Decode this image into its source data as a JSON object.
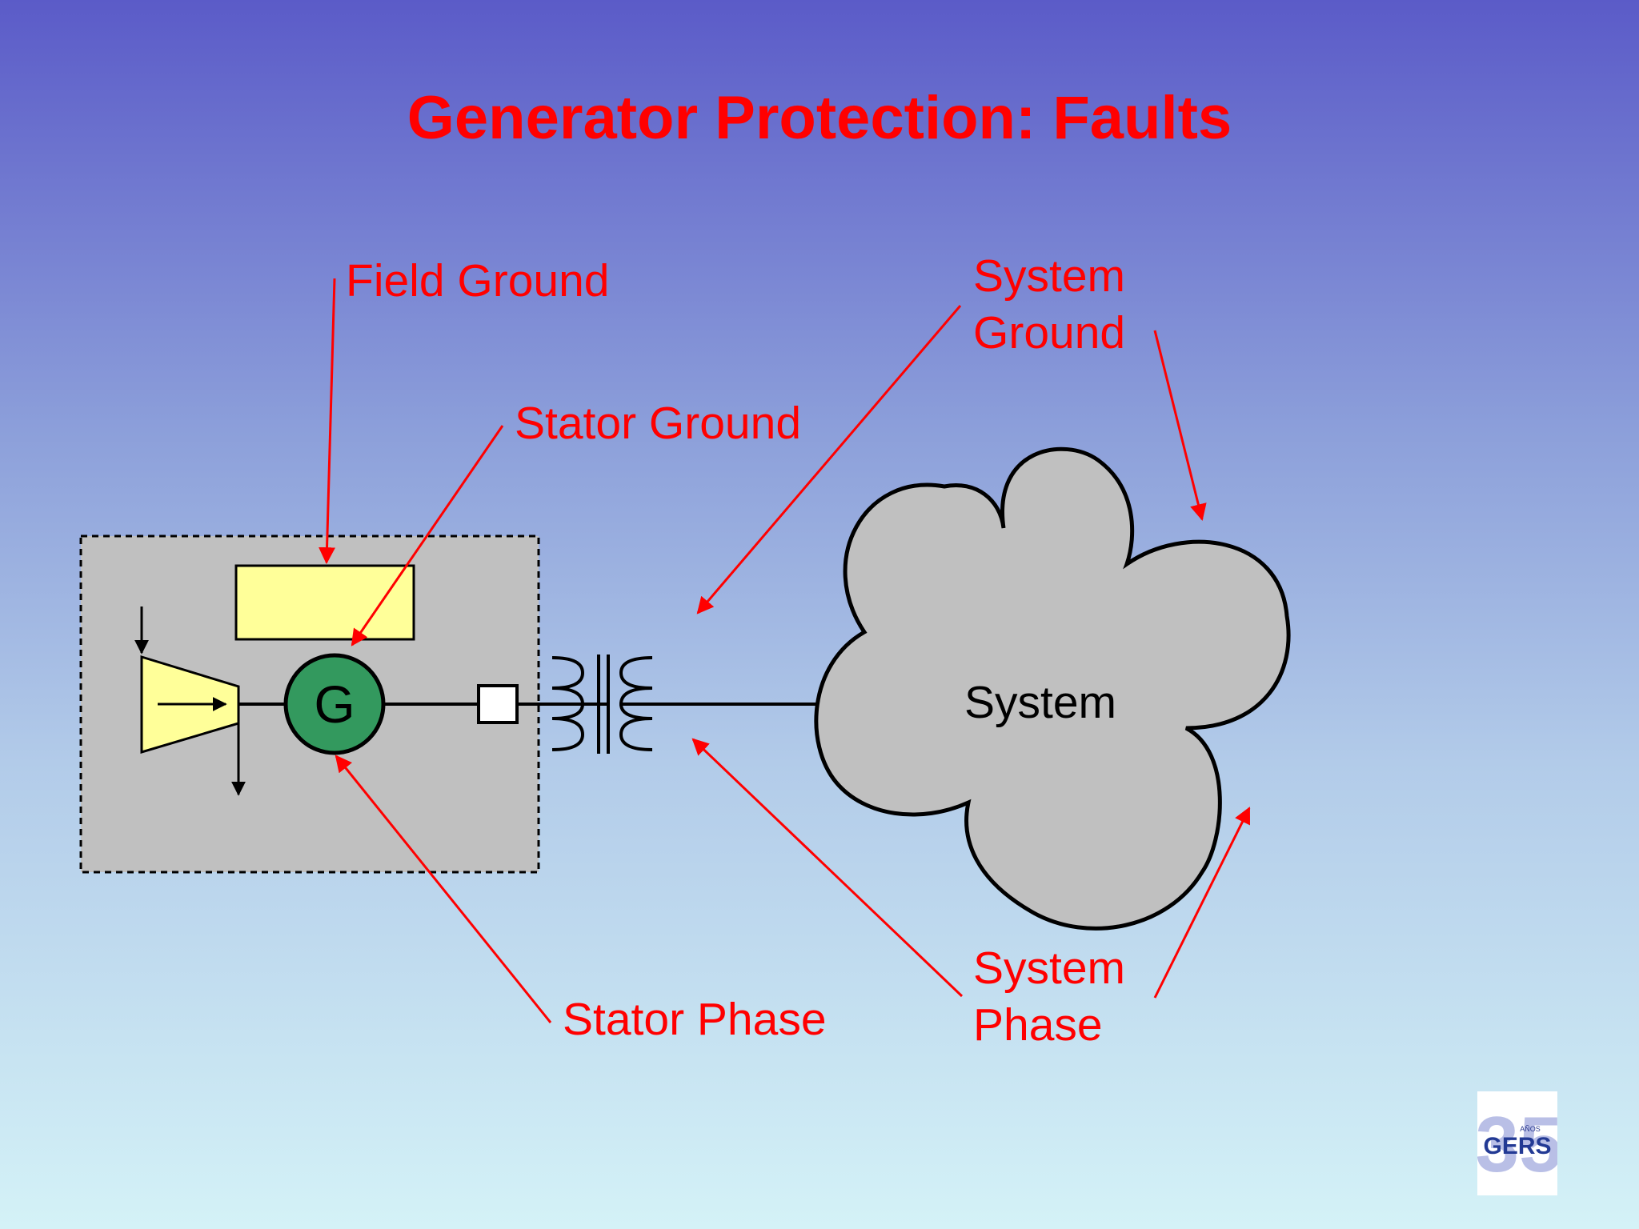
{
  "slide": {
    "title": "Generator Protection: Faults",
    "colors": {
      "annotation": "#ff0000",
      "generator": "#33995e",
      "exciter": "#ffff99",
      "turbine": "#ffff99",
      "enclosure": "#c0c0c0",
      "cloud": "#c0c0c0"
    }
  },
  "diagram": {
    "generator_label": "G",
    "system_label": "System"
  },
  "labels": {
    "field_ground": "Field Ground",
    "stator_ground": "Stator Ground",
    "system_ground": [
      "System",
      "Ground"
    ],
    "stator_phase": "Stator Phase",
    "system_phase": [
      "System",
      "Phase"
    ]
  },
  "logo": {
    "brand": "GERS",
    "small_text": "AÑOS",
    "number": "35"
  }
}
